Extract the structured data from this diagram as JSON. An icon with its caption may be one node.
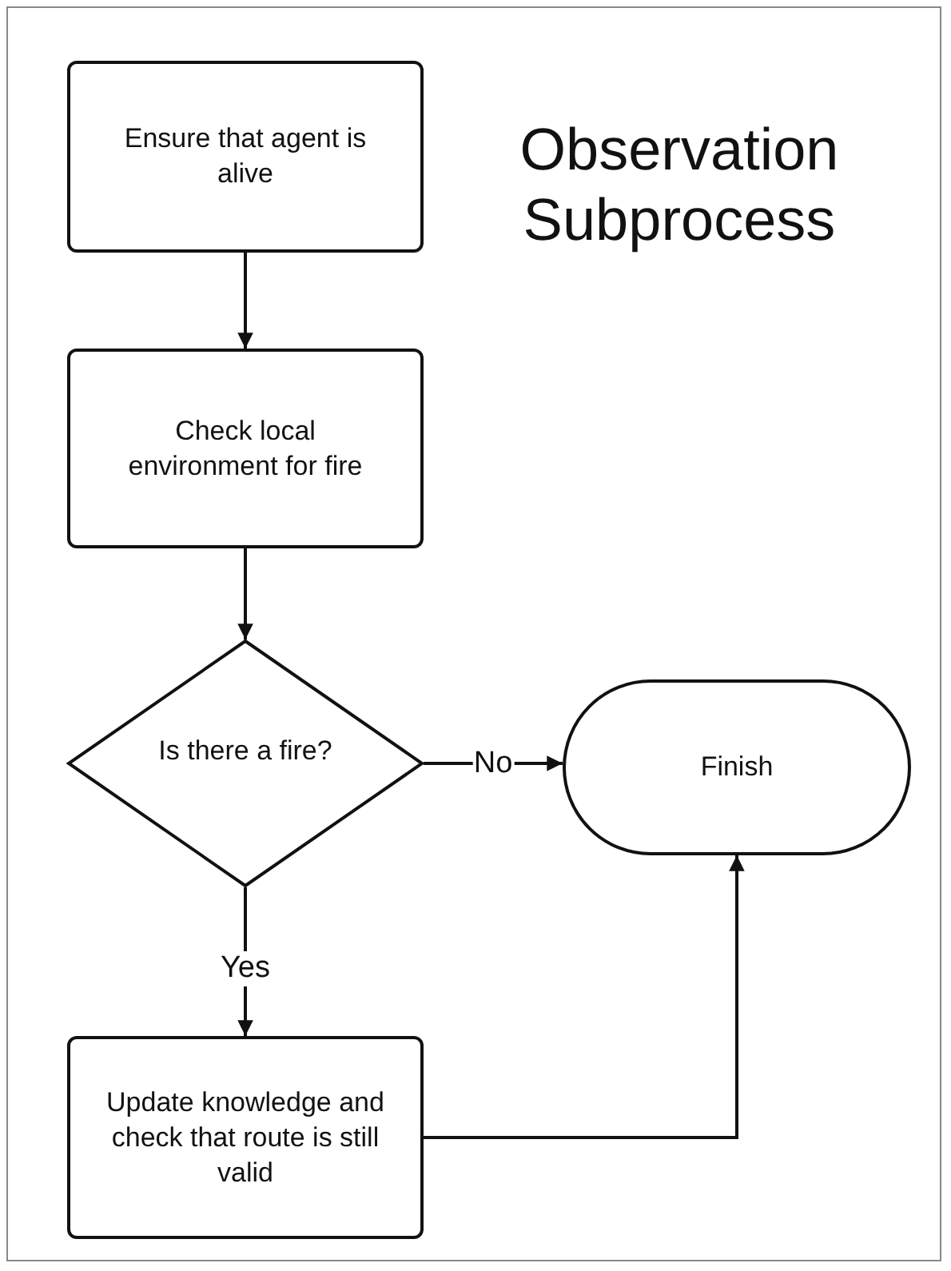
{
  "diagram": {
    "title": "Observation Subprocess",
    "nodes": [
      {
        "text": [
          "Ensure that agent is alive"
        ]
      },
      {
        "text": [
          "Check local environment for fire"
        ]
      },
      {
        "text": [
          "Is there a fire?"
        ]
      },
      {
        "text": [
          "Finish"
        ]
      },
      {
        "text": [
          "Update knowledge and check that route is still valid"
        ]
      }
    ],
    "edges": [
      {
        "from": 0,
        "to": 1,
        "arrow": "to"
      },
      {
        "from": 1,
        "to": 2,
        "arrow": "to"
      },
      {
        "from": 2,
        "to": 3,
        "arrow": "to",
        "label": "No"
      },
      {
        "from": 2,
        "to": 4,
        "arrow": "to",
        "label": "Yes"
      },
      {
        "from": 4,
        "to": 3,
        "arrow": "to"
      }
    ]
  }
}
